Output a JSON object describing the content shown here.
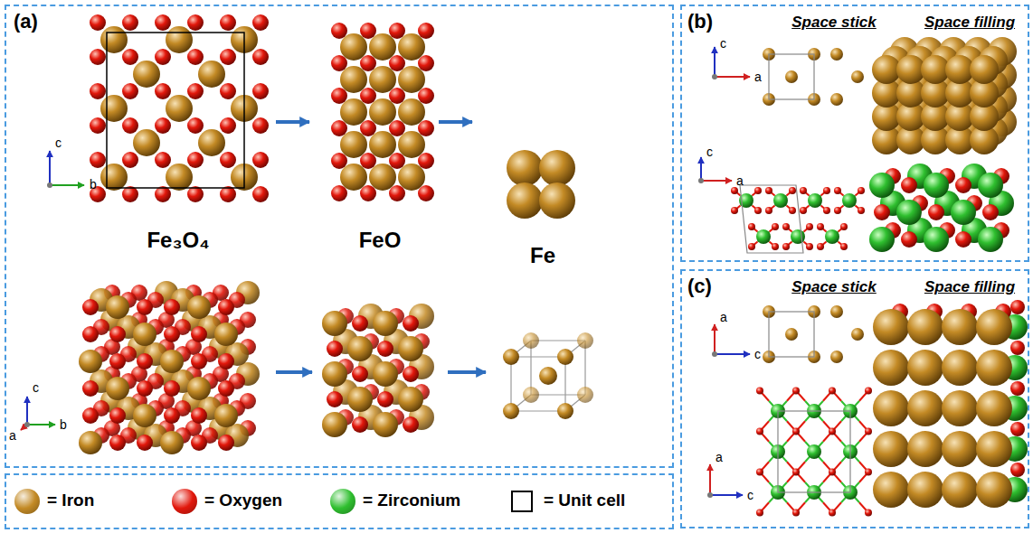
{
  "diagram": {
    "nodes": [
      {
        "text": [
          "(a)",
          "Fe₃O₄",
          "FeO",
          "Fe"
        ]
      },
      {
        "text": [
          "(b)",
          "Space stick",
          "Space filling"
        ]
      },
      {
        "text": [
          "(c)",
          "Space stick",
          "Space filling"
        ]
      }
    ],
    "labels": [
      "c",
      "b",
      "c",
      "b",
      "a",
      "c",
      "a",
      "c",
      "a",
      "a",
      "c",
      "a",
      "c"
    ],
    "legend": [
      {
        "text": "= Iron",
        "color": "#c38a25"
      },
      {
        "text": "= Oxygen",
        "color": "#e2180c"
      },
      {
        "text": "= Zirconium",
        "color": "#2fbf2f"
      },
      {
        "text": "= Unit cell"
      }
    ]
  }
}
